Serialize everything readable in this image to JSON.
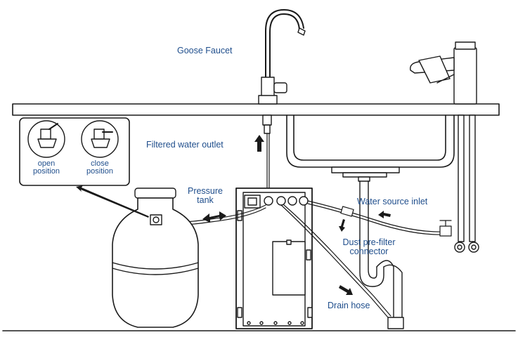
{
  "labels": {
    "goose_faucet": "Goose Faucet",
    "filtered_outlet": "Filtered water outlet",
    "pressure_tank": [
      "Pressure",
      "tank"
    ],
    "water_source_inlet": "Water source inlet",
    "dust_prefilter": [
      "Dust pre-filter",
      "connector"
    ],
    "drain_hose": "Drain hose"
  },
  "valve_inset": {
    "open": [
      "open",
      "position"
    ],
    "close": [
      "close",
      "position"
    ]
  },
  "colors": {
    "label_text": "#1f4e8c",
    "line_art": "#1a1a1a",
    "surface_fill": "#ffffff"
  }
}
